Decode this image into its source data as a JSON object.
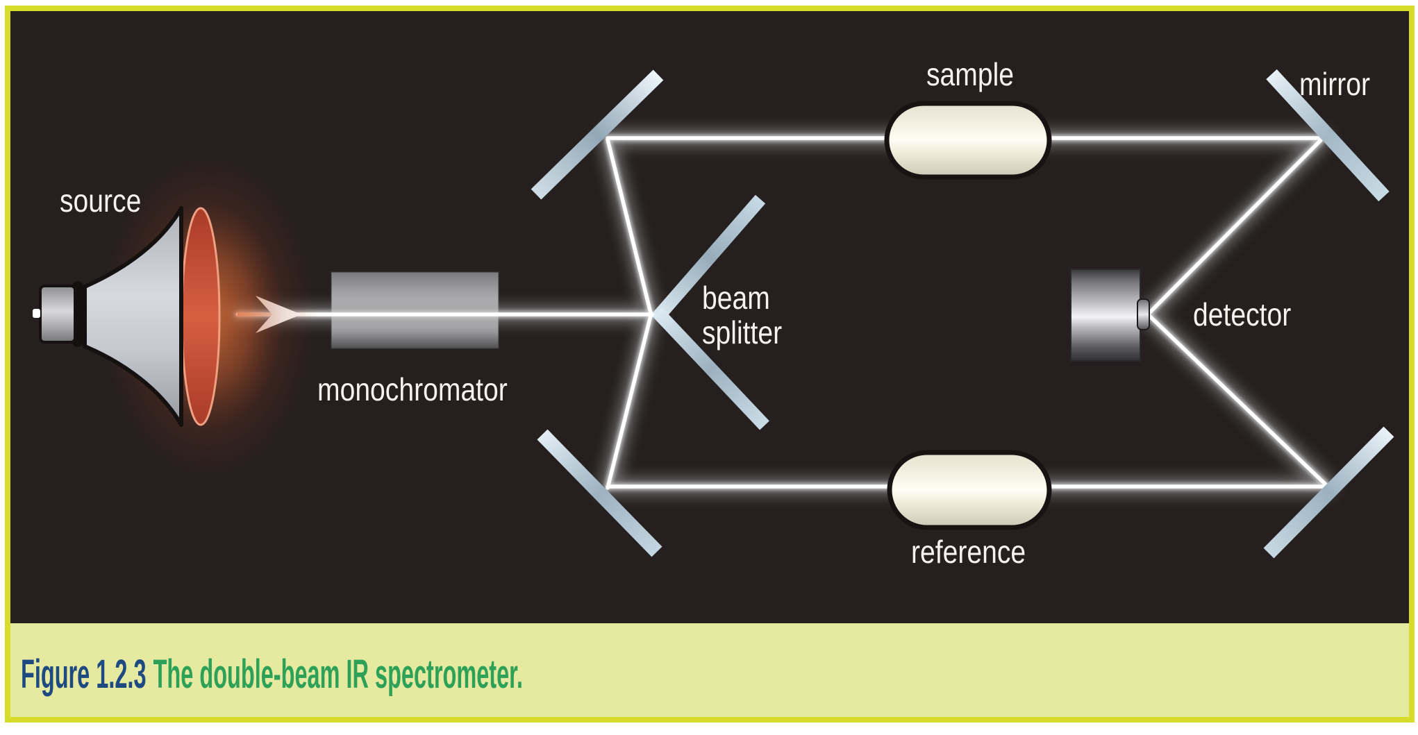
{
  "caption": {
    "prefix": "Figure 1.2.3",
    "text": "The double-beam IR spectrometer."
  },
  "labels": {
    "source": "source",
    "monochromator": "monochromator",
    "beam_splitter_line1": "beam",
    "beam_splitter_line2": "splitter",
    "sample": "sample",
    "mirror": "mirror",
    "detector": "detector",
    "reference": "reference"
  },
  "colors": {
    "frame_yellow": "#d7dc2a",
    "caption_background": "#e6e9a0",
    "caption_figure_number": "#1d4a80",
    "caption_title": "#2ea158",
    "diagram_background": "#251f1f",
    "label_text": "#f6f2ee",
    "beam": "#ffffff",
    "mirror_glass": "#c9dae4",
    "cell_fill": "#f4f1e2",
    "source_glow": "#e0703c",
    "source_face": "#d65f41",
    "metal_gray": "#a6a6a9"
  }
}
